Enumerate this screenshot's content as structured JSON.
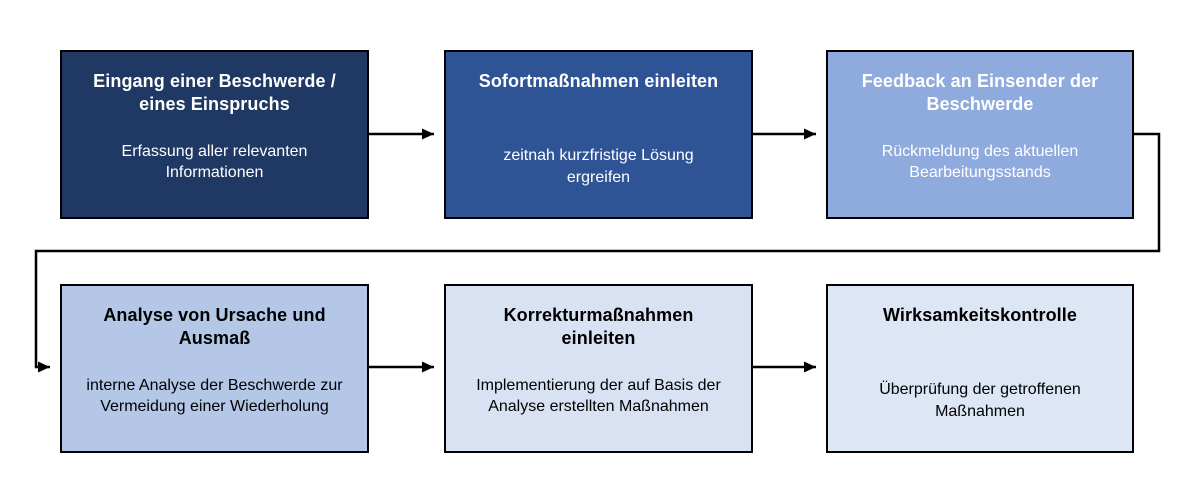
{
  "diagram": {
    "type": "flowchart",
    "orientation": "horizontal-snake",
    "background_color": "#FFFFFF",
    "border_color": "#000000",
    "connector_color": "#000000",
    "nodes": [
      {
        "id": "eingang",
        "order": 1,
        "title": "Eingang einer Beschwerde / eines Einspruchs",
        "title_lines": [
          "Eingang einer Beschwerde /",
          "eines Einspruchs"
        ],
        "description": "Erfassung aller relevanten Informationen",
        "description_lines": [
          "Erfassung aller relevanten",
          "Informationen"
        ],
        "fill_color": "#1F3864",
        "text_color": "#FFFFFF",
        "row": 1,
        "column": 1
      },
      {
        "id": "sofortmassnahmen",
        "order": 2,
        "title": "Sofortmaßnahmen einleiten",
        "title_lines": [
          "Sofortmaßnahmen einleiten"
        ],
        "description": "zeitnah kurzfristige Lösung ergreifen",
        "description_lines": [
          "zeitnah kurzfristige Lösung",
          "ergreifen"
        ],
        "fill_color": "#2E5496",
        "text_color": "#FFFFFF",
        "row": 1,
        "column": 2
      },
      {
        "id": "feedback",
        "order": 3,
        "title": "Feedback an Einsender der Beschwerde",
        "title_lines": [
          "Feedback an Einsender der",
          "Beschwerde"
        ],
        "description": "Rückmeldung des aktuellen Bearbeitungsstands",
        "description_lines": [
          "Rückmeldung des aktuellen",
          "Bearbeitungsstands"
        ],
        "fill_color": "#8FAADC",
        "text_color": "#FFFFFF",
        "row": 1,
        "column": 3
      },
      {
        "id": "analyse",
        "order": 4,
        "title": "Analyse von Ursache und Ausmaß",
        "title_lines": [
          "Analyse von Ursache und",
          "Ausmaß"
        ],
        "description": "interne Analyse der Beschwerde zur Vermeidung einer Wiederholung",
        "description_lines": [
          "interne Analyse der Beschwerde zur",
          "Vermeidung einer Wiederholung"
        ],
        "fill_color": "#B4C7E7",
        "text_color": "#000000",
        "row": 2,
        "column": 1
      },
      {
        "id": "korrektur",
        "order": 5,
        "title": "Korrekturmaßnahmen einleiten",
        "title_lines": [
          "Korrekturmaßnahmen",
          "einleiten"
        ],
        "description": "Implementierung der auf Basis der Analyse erstellten Maßnahmen",
        "description_lines": [
          "Implementierung der auf Basis der",
          "Analyse erstellten Maßnahmen"
        ],
        "fill_color": "#D9E2F3",
        "text_color": "#000000",
        "row": 2,
        "column": 2
      },
      {
        "id": "wirksamkeit",
        "order": 6,
        "title": "Wirksamkeitskontrolle",
        "title_lines": [
          "Wirksamkeitskontrolle"
        ],
        "description": "Überprüfung der getroffenen Maßnahmen",
        "description_lines": [
          "Überprüfung der getroffenen",
          "Maßnahmen"
        ],
        "fill_color": "#DCE6F4",
        "text_color": "#000000",
        "row": 2,
        "column": 3
      }
    ],
    "connectors": [
      {
        "id": "c1",
        "from": "eingang",
        "to": "sofortmassnahmen",
        "style": "straight-right",
        "arrowhead": true
      },
      {
        "id": "c2",
        "from": "sofortmassnahmen",
        "to": "feedback",
        "style": "straight-right",
        "arrowhead": true
      },
      {
        "id": "c3",
        "from": "feedback",
        "to": "analyse",
        "style": "wrap-around-right-down-left",
        "arrowhead": true
      },
      {
        "id": "c4",
        "from": "analyse",
        "to": "korrektur",
        "style": "straight-right",
        "arrowhead": true
      },
      {
        "id": "c5",
        "from": "korrektur",
        "to": "wirksamkeit",
        "style": "straight-right",
        "arrowhead": true
      }
    ]
  }
}
